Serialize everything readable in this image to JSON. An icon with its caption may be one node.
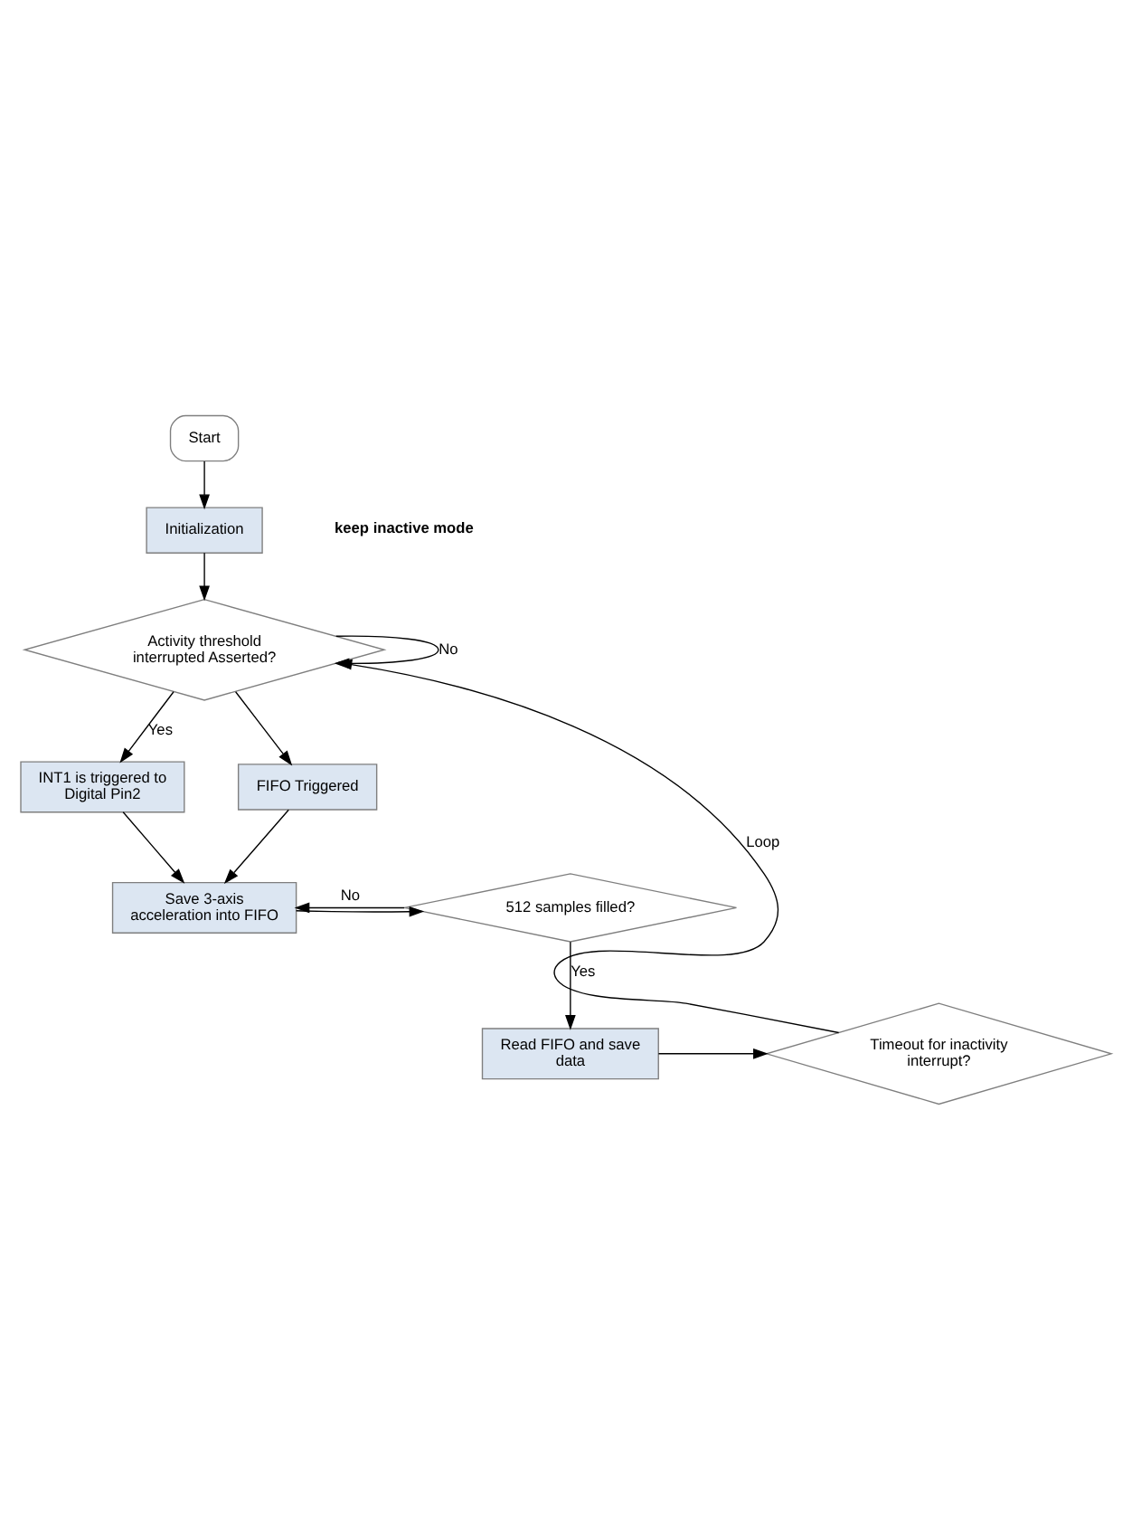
{
  "diagram": {
    "nodes": [
      {
        "text": [
          "Start"
        ]
      },
      {
        "text": [
          "Initialization"
        ]
      },
      {
        "text": [
          "Activity threshold interrupted Asserted?"
        ]
      },
      {
        "text": [
          "INT1 is triggered to Digital Pin2"
        ]
      },
      {
        "text": [
          "FIFO Triggered"
        ]
      },
      {
        "text": [
          "Save 3-axis acceleration into FIFO"
        ]
      },
      {
        "text": [
          "512 samples filled?"
        ]
      },
      {
        "text": [
          "Read FIFO and save data"
        ]
      },
      {
        "text": [
          "Timeout for inactivity interrupt?"
        ]
      }
    ],
    "edges": [
      {
        "from": 0,
        "to": 1,
        "arrow": "to"
      },
      {
        "from": 1,
        "to": 2,
        "arrow": "to"
      },
      {
        "from": 2,
        "to": 2,
        "arrow": "to",
        "label": "No"
      },
      {
        "from": 2,
        "to": 3,
        "arrow": "to",
        "label": "Yes"
      },
      {
        "from": 2,
        "to": 4,
        "arrow": "to"
      },
      {
        "from": 3,
        "to": 5,
        "arrow": "to"
      },
      {
        "from": 4,
        "to": 5,
        "arrow": "to"
      },
      {
        "from": 5,
        "to": 6,
        "arrow": "to"
      },
      {
        "from": 6,
        "to": 5,
        "arrow": "to",
        "label": "No"
      },
      {
        "from": 6,
        "to": 7,
        "arrow": "to",
        "label": "Yes"
      },
      {
        "from": 7,
        "to": 8,
        "arrow": "to"
      },
      {
        "from": 8,
        "to": 2,
        "arrow": "to",
        "label": "Loop"
      }
    ],
    "labels": [
      "keep inactive mode"
    ]
  }
}
